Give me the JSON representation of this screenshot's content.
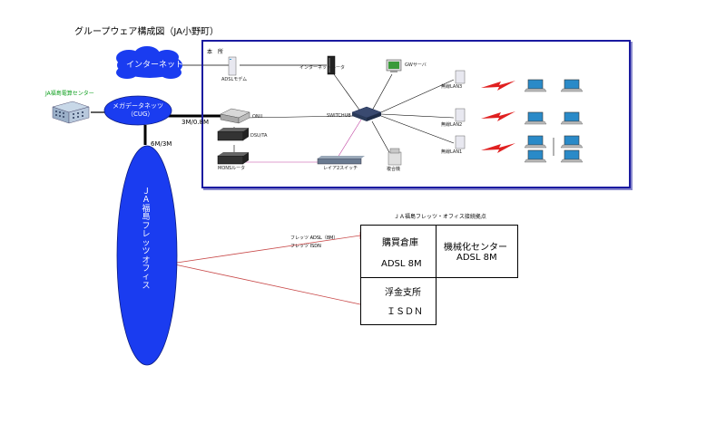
{
  "title": "グループウェア構成図（JA小野町）",
  "honsha_label": "本　所",
  "internet_label": "インターネット",
  "fukushima_center_label": "JA福島電算センター",
  "mega_data_line1": "メガデータネッツ",
  "mega_data_line2": "（CUG）",
  "speed_mega_onu": "3M/0.8M",
  "speed_mega_office": "6M/3M",
  "fletz_office_label": "ＪＡ福島フレッツオフィス",
  "devices": {
    "adsl_modem": "ADSLモデム",
    "internet_router": "インターネットルータ",
    "gw_server": "GWサーバ",
    "switch_hub": "SWITCHUB",
    "onu": "ONU",
    "dsu_ta": "DSU/TA",
    "mon_router": "MONSルータ",
    "router_label": "レイア2スイッチ",
    "printer": "複合機",
    "wlan1": "無線LAN1",
    "wlan2": "無線LAN2",
    "wlan3": "無線LAN3"
  },
  "branch_header": "ＪＡ福島フレッツ・オフィス接続拠点",
  "line_adsl": "フレッツ ADSL（8M）",
  "line_isdn": "フレッツ ISDN",
  "branches": {
    "kobai_name": "購買倉庫",
    "kobai_line": "ADSL 8M",
    "kikaika_name": "機械化センター",
    "kikaika_line": "ADSL 8M",
    "fukin_name": "浮金支所",
    "fukin_line": "ＩＳＤＮ"
  },
  "colors": {
    "honsha_border": "#1a1aa0",
    "cloud": "#1a3cf0",
    "wireless": "#e02020",
    "office_line": "#c84848",
    "router_link": "#c040a0"
  }
}
